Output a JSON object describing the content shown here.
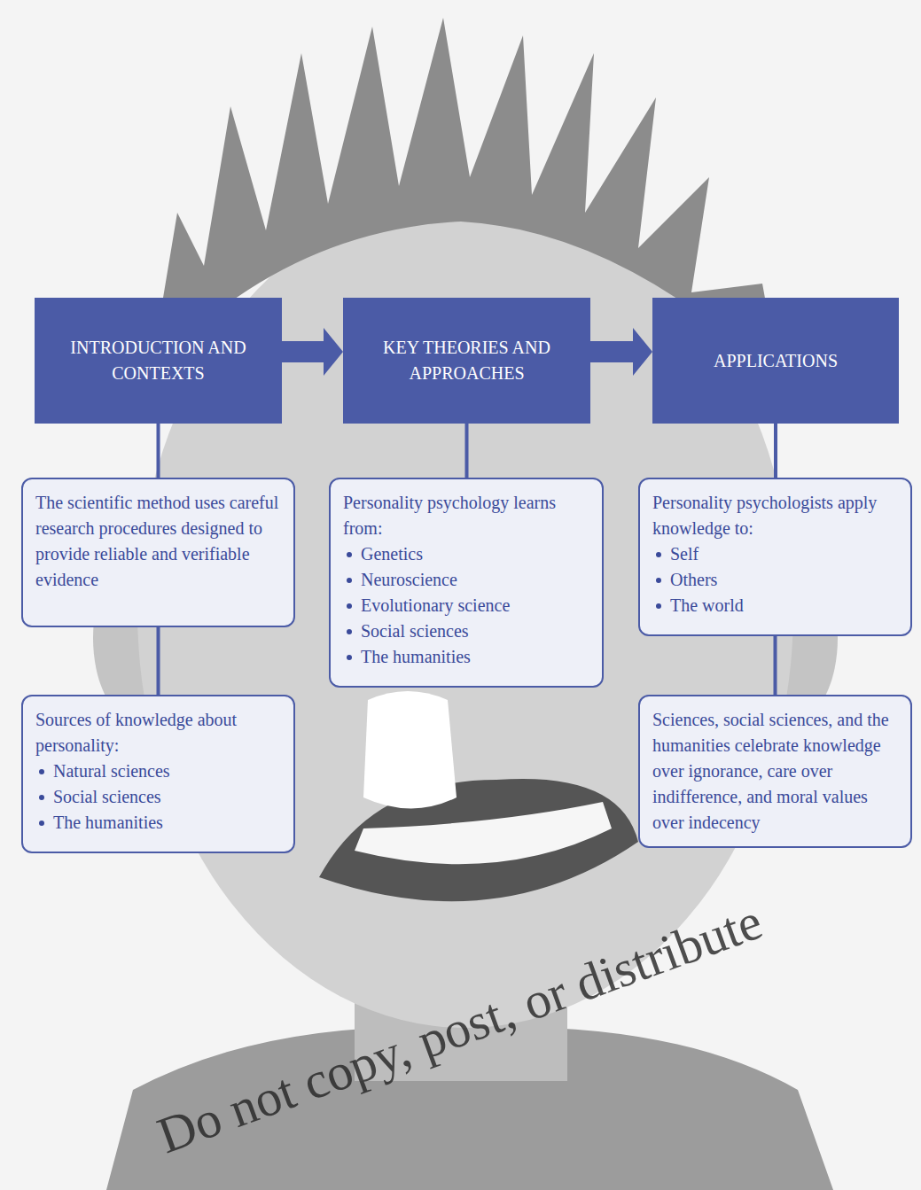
{
  "diagram": {
    "nodes": [
      {
        "text": [
          "INTRODUCTION AND CONTEXTS"
        ]
      },
      {
        "text": [
          "KEY THEORIES AND APPROACHES"
        ]
      },
      {
        "text": [
          "APPLICATIONS"
        ]
      },
      {
        "text": [
          "The scientific method uses careful research procedures designed to provide reliable and verifiable evidence"
        ]
      },
      {
        "text": [
          "Sources of knowledge about personality:",
          "Natural sciences",
          "Social sciences",
          "The humanities"
        ]
      },
      {
        "text": [
          "Personality psychology learns from:",
          "Genetics",
          "Neuroscience",
          "Evolutionary science",
          "Social sciences",
          "The humanities"
        ]
      },
      {
        "text": [
          "Personality psychologists apply knowledge to:",
          "Self",
          "Others",
          "The world"
        ]
      },
      {
        "text": [
          "Sciences, social sciences, and the humanities celebrate knowledge over ignorance, care over indifference, and moral values over indecency"
        ]
      }
    ],
    "edges": [
      {
        "from": 0,
        "to": 1,
        "arrow": "to"
      },
      {
        "from": 1,
        "to": 2,
        "arrow": "to"
      },
      {
        "from": 0,
        "to": 3,
        "arrow": "none"
      },
      {
        "from": 3,
        "to": 4,
        "arrow": "none"
      },
      {
        "from": 1,
        "to": 5,
        "arrow": "none"
      },
      {
        "from": 2,
        "to": 6,
        "arrow": "none"
      },
      {
        "from": 6,
        "to": 7,
        "arrow": "none"
      }
    ],
    "labels": [
      "Do not copy, post, or distribute"
    ]
  }
}
